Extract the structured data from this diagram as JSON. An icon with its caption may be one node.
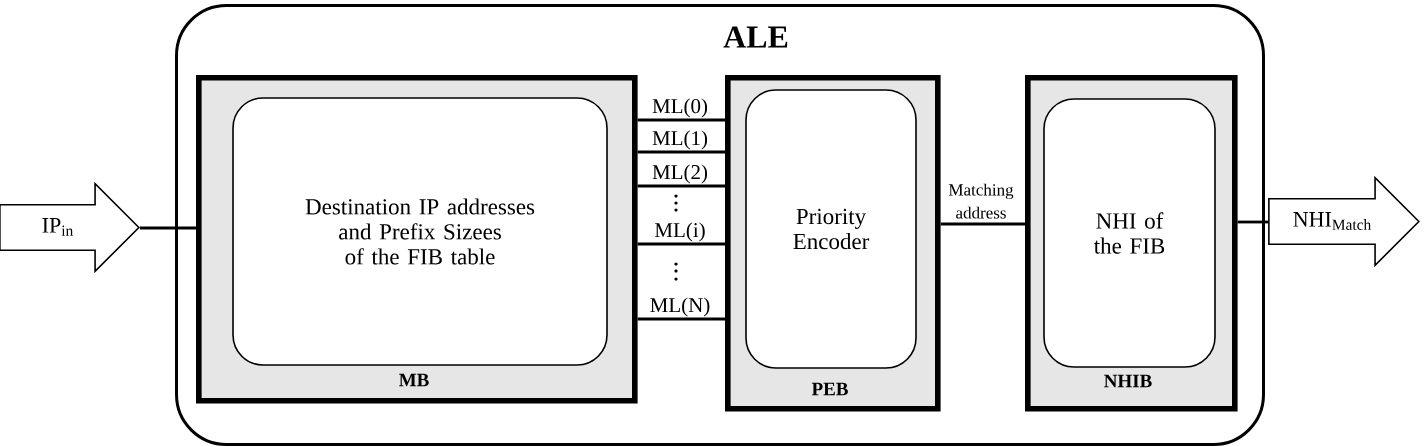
{
  "diagram": {
    "nodes": [
      {
        "text": [
          "IP$_{in}$"
        ]
      },
      {
        "text": [
          "ALE"
        ]
      },
      {
        "text": [
          "MB"
        ],
        "in": 1
      },
      {
        "text": [
          "Destination IP addresses and Prefix Sizees of the FIB table"
        ],
        "in": 2
      },
      {
        "text": [
          "PEB"
        ],
        "in": 1
      },
      {
        "text": [
          "Priority Encoder"
        ],
        "in": 4
      },
      {
        "text": [
          "NHIB"
        ],
        "in": 1
      },
      {
        "text": [
          "NHI of the FIB"
        ],
        "in": 6
      },
      {
        "text": [
          "NHI$_{Match}$"
        ]
      }
    ],
    "edges": [
      {
        "from": 0,
        "to": 2,
        "arrow": "none"
      },
      {
        "from": 2,
        "to": 4,
        "label": "ML(0)",
        "arrow": "none"
      },
      {
        "from": 2,
        "to": 4,
        "label": "ML(1)",
        "arrow": "none"
      },
      {
        "from": 2,
        "to": 4,
        "label": "ML(2)",
        "arrow": "none"
      },
      {
        "from": 2,
        "to": 4,
        "label": "ML(i)",
        "arrow": "none"
      },
      {
        "from": 2,
        "to": 4,
        "label": "ML(N)",
        "arrow": "none"
      },
      {
        "from": 4,
        "to": 6,
        "label": "Matching address",
        "arrow": "none"
      },
      {
        "from": 6,
        "to": 8,
        "arrow": "none"
      }
    ]
  }
}
